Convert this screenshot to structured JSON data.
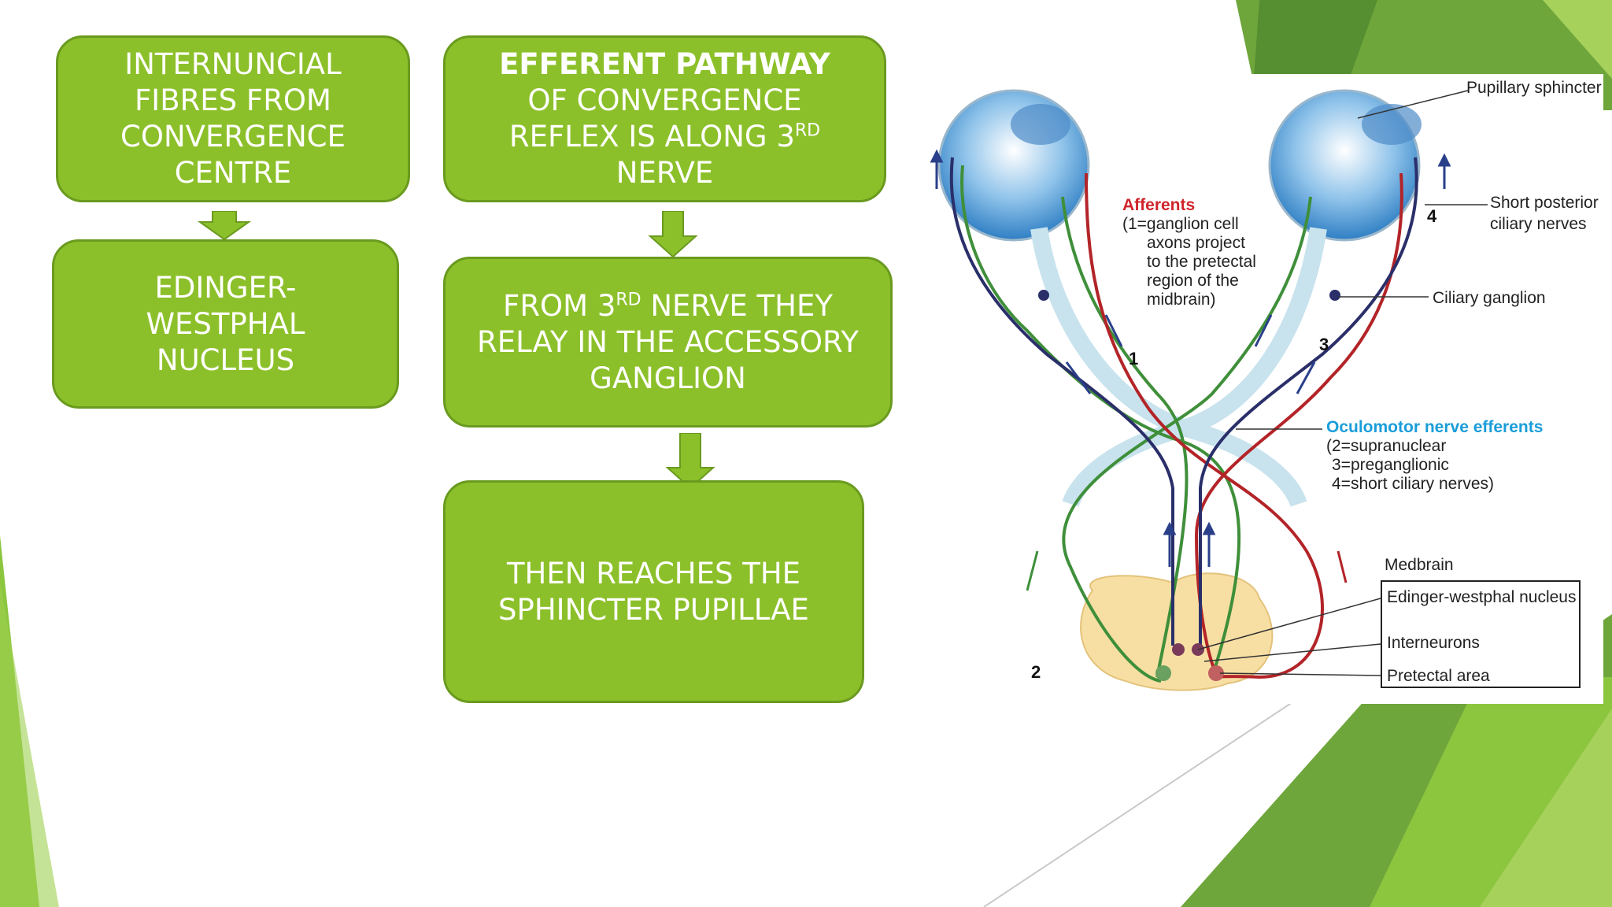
{
  "boxes": {
    "internuncial": "INTERNUNCIAL FIBRES FROM CONVERGENCE CENTRE",
    "edinger": "EDINGER-WESTPHAL NUCLEUS",
    "efferent_bold": "EFFERENT PATHWAY",
    "efferent_rest_1": " OF CONVERGENCE REFLEX IS ALONG 3",
    "efferent_sup": "RD",
    "efferent_rest_2": " NERVE",
    "relay_1": "FROM 3",
    "relay_sup": "RD",
    "relay_2": " NERVE THEY RELAY IN THE ACCESSORY GANGLION",
    "sphincter": "THEN REACHES THE SPHINCTER PUPILLAE"
  },
  "figure": {
    "pupillary_sphincter": "Pupillary sphincter",
    "afferents_title": "Afferents",
    "afferents_lines": [
      "(1=ganglion cell",
      "axons project",
      "to the pretectal",
      "region of the",
      "midbrain)"
    ],
    "short_posterior": [
      "Short posterior",
      "ciliary nerves"
    ],
    "ciliary_ganglion": "Ciliary ganglion",
    "oculomotor_title": "Oculomotor nerve efferents",
    "oculomotor_lines": [
      "(2=supranuclear",
      "3=preganglionic",
      "4=short ciliary nerves)"
    ],
    "medbrain": "Medbrain",
    "legend": [
      "Edinger-westphal nucleus",
      "Interneurons",
      "Pretectal area"
    ],
    "numbers": [
      "1",
      "2",
      "3",
      "4"
    ]
  },
  "colors": {
    "box_fill": "#8cc02a",
    "box_border": "#6a9a1f",
    "afferent_red": "#d0242c",
    "efferent_blue": "#1a9dd9",
    "deco_green": "#8cc63f"
  }
}
